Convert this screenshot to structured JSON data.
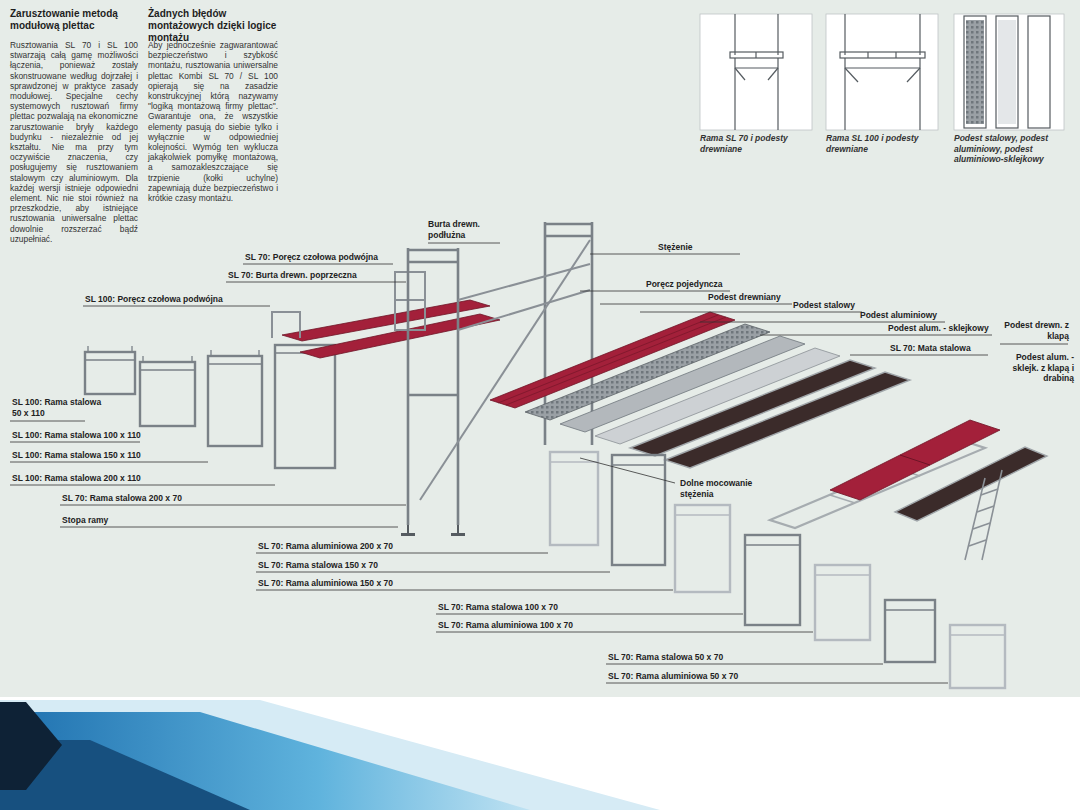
{
  "diagram": {
    "nodes": [
      {
        "text": [
          "Rama SL 70 i podesty drewniane"
        ]
      },
      {
        "text": [
          "Rama SL 100 i podesty drewniane"
        ]
      },
      {
        "text": [
          "Podest stalowy, podest aluminiowy, podest aluminiowo-sklejkowy"
        ]
      }
    ],
    "labels": [
      "Zarusztowanie metodą modułową plettac",
      "Rusztowania SL 70 i SL 100 stwarzają całą gamę możliwości łączenia, ponieważ zostały skonstruowane według dojrzałej i sprawdzonej w praktyce zasady modułowej. Specjalne cechy systemowych rusztowań firmy plettac pozwalają na ekonomiczne zarusztowanie bryły każdego budynku - niezależnie od jej kształtu. Nie ma przy tym oczywiście znaczenia, czy posługujemy się rusztowaniem stalowym czy aluminiowym. Dla każdej wersji istnieje odpowiedni element. Nic nie stoi również na przeszkodzie, aby istniejące rusztowania uniwersalne plettac dowolnie rozszerzać bądź uzupełniać.",
      "Żadnych błędów montażowych dzięki logice montażu",
      "Aby jednocześnie zagwarantować bezpieczeństwo i szybkość montażu, rusztowania uniwersalne plettac Kombi SL 70 / SL 100 opierają się na zasadzie konstrukcyjnej którą nazywamy \"logiką montażową firmy plettac\". Gwarantuje ona, że wszystkie elementy pasują do siebie tylko i wyłącznie w odpowiedniej kolejności. Wymóg ten wyklucza jakąkolwiek pomyłkę montażową, a samozakleszczające się trzpienie (kołki uchylne) zapewniają duże bezpieczeństwo i krótkie czasy montażu.",
      "Burta drewn. podłużna",
      "Stężenie",
      "SL 70: Poręcz czołowa podwójna",
      "SL 70: Burta drewn. poprzeczna",
      "Poręcz pojedyncza",
      "SL 100: Poręcz czołowa podwójna",
      "Podest drewniany",
      "Podest stalowy",
      "Podest aluminiowy",
      "Podest alum. - sklejkowy",
      "Podest drewn. z klapą",
      "SL 70: Mata stalowa",
      "Podest alum. - sklejk. z klapą i drabiną",
      "SL 100: Rama stalowa 50 x 110",
      "SL 100: Rama stalowa 100 x 110",
      "SL 100: Rama stalowa 150 x 110",
      "SL 100: Rama stalowa 200 x 110",
      "SL 70: Rama stalowa 200 x 70",
      "Stopa ramy",
      "Dolne mocowanie stężenia",
      "SL 70: Rama aluminiowa 200 x 70",
      "SL 70: Rama stalowa 150 x 70",
      "SL 70: Rama aluminiowa 150 x 70",
      "SL 70: Rama stalowa 100 x 70",
      "SL 70: Rama aluminiowa 100 x 70",
      "SL 70: Rama stalowa 50 x 70",
      "SL 70: Rama aluminiowa 50 x 70"
    ]
  }
}
